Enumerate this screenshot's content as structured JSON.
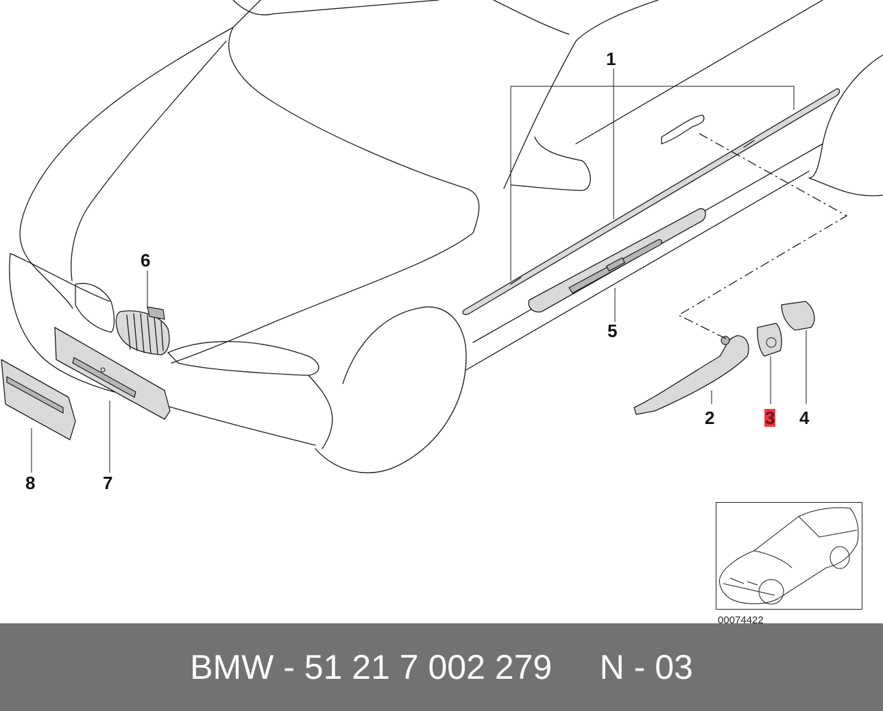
{
  "callouts": [
    {
      "id": "1",
      "label": "1",
      "highlighted": false
    },
    {
      "id": "2",
      "label": "2",
      "highlighted": false
    },
    {
      "id": "3",
      "label": "3",
      "highlighted": true
    },
    {
      "id": "4",
      "label": "4",
      "highlighted": false
    },
    {
      "id": "5",
      "label": "5",
      "highlighted": false
    },
    {
      "id": "6",
      "label": "6",
      "highlighted": false
    },
    {
      "id": "7",
      "label": "7",
      "highlighted": false
    },
    {
      "id": "8",
      "label": "8",
      "highlighted": false
    }
  ],
  "image_code": "00074422",
  "footer": {
    "brand": "BMW",
    "part_number": "51 21 7 002 279",
    "position": "N - 03",
    "text": "BMW - 51 21 7 002 279     N - 03"
  },
  "colors": {
    "footer_bg": "#727272",
    "footer_text": "#ffffff",
    "highlight": "#e63946",
    "line": "#1a1a1a"
  }
}
